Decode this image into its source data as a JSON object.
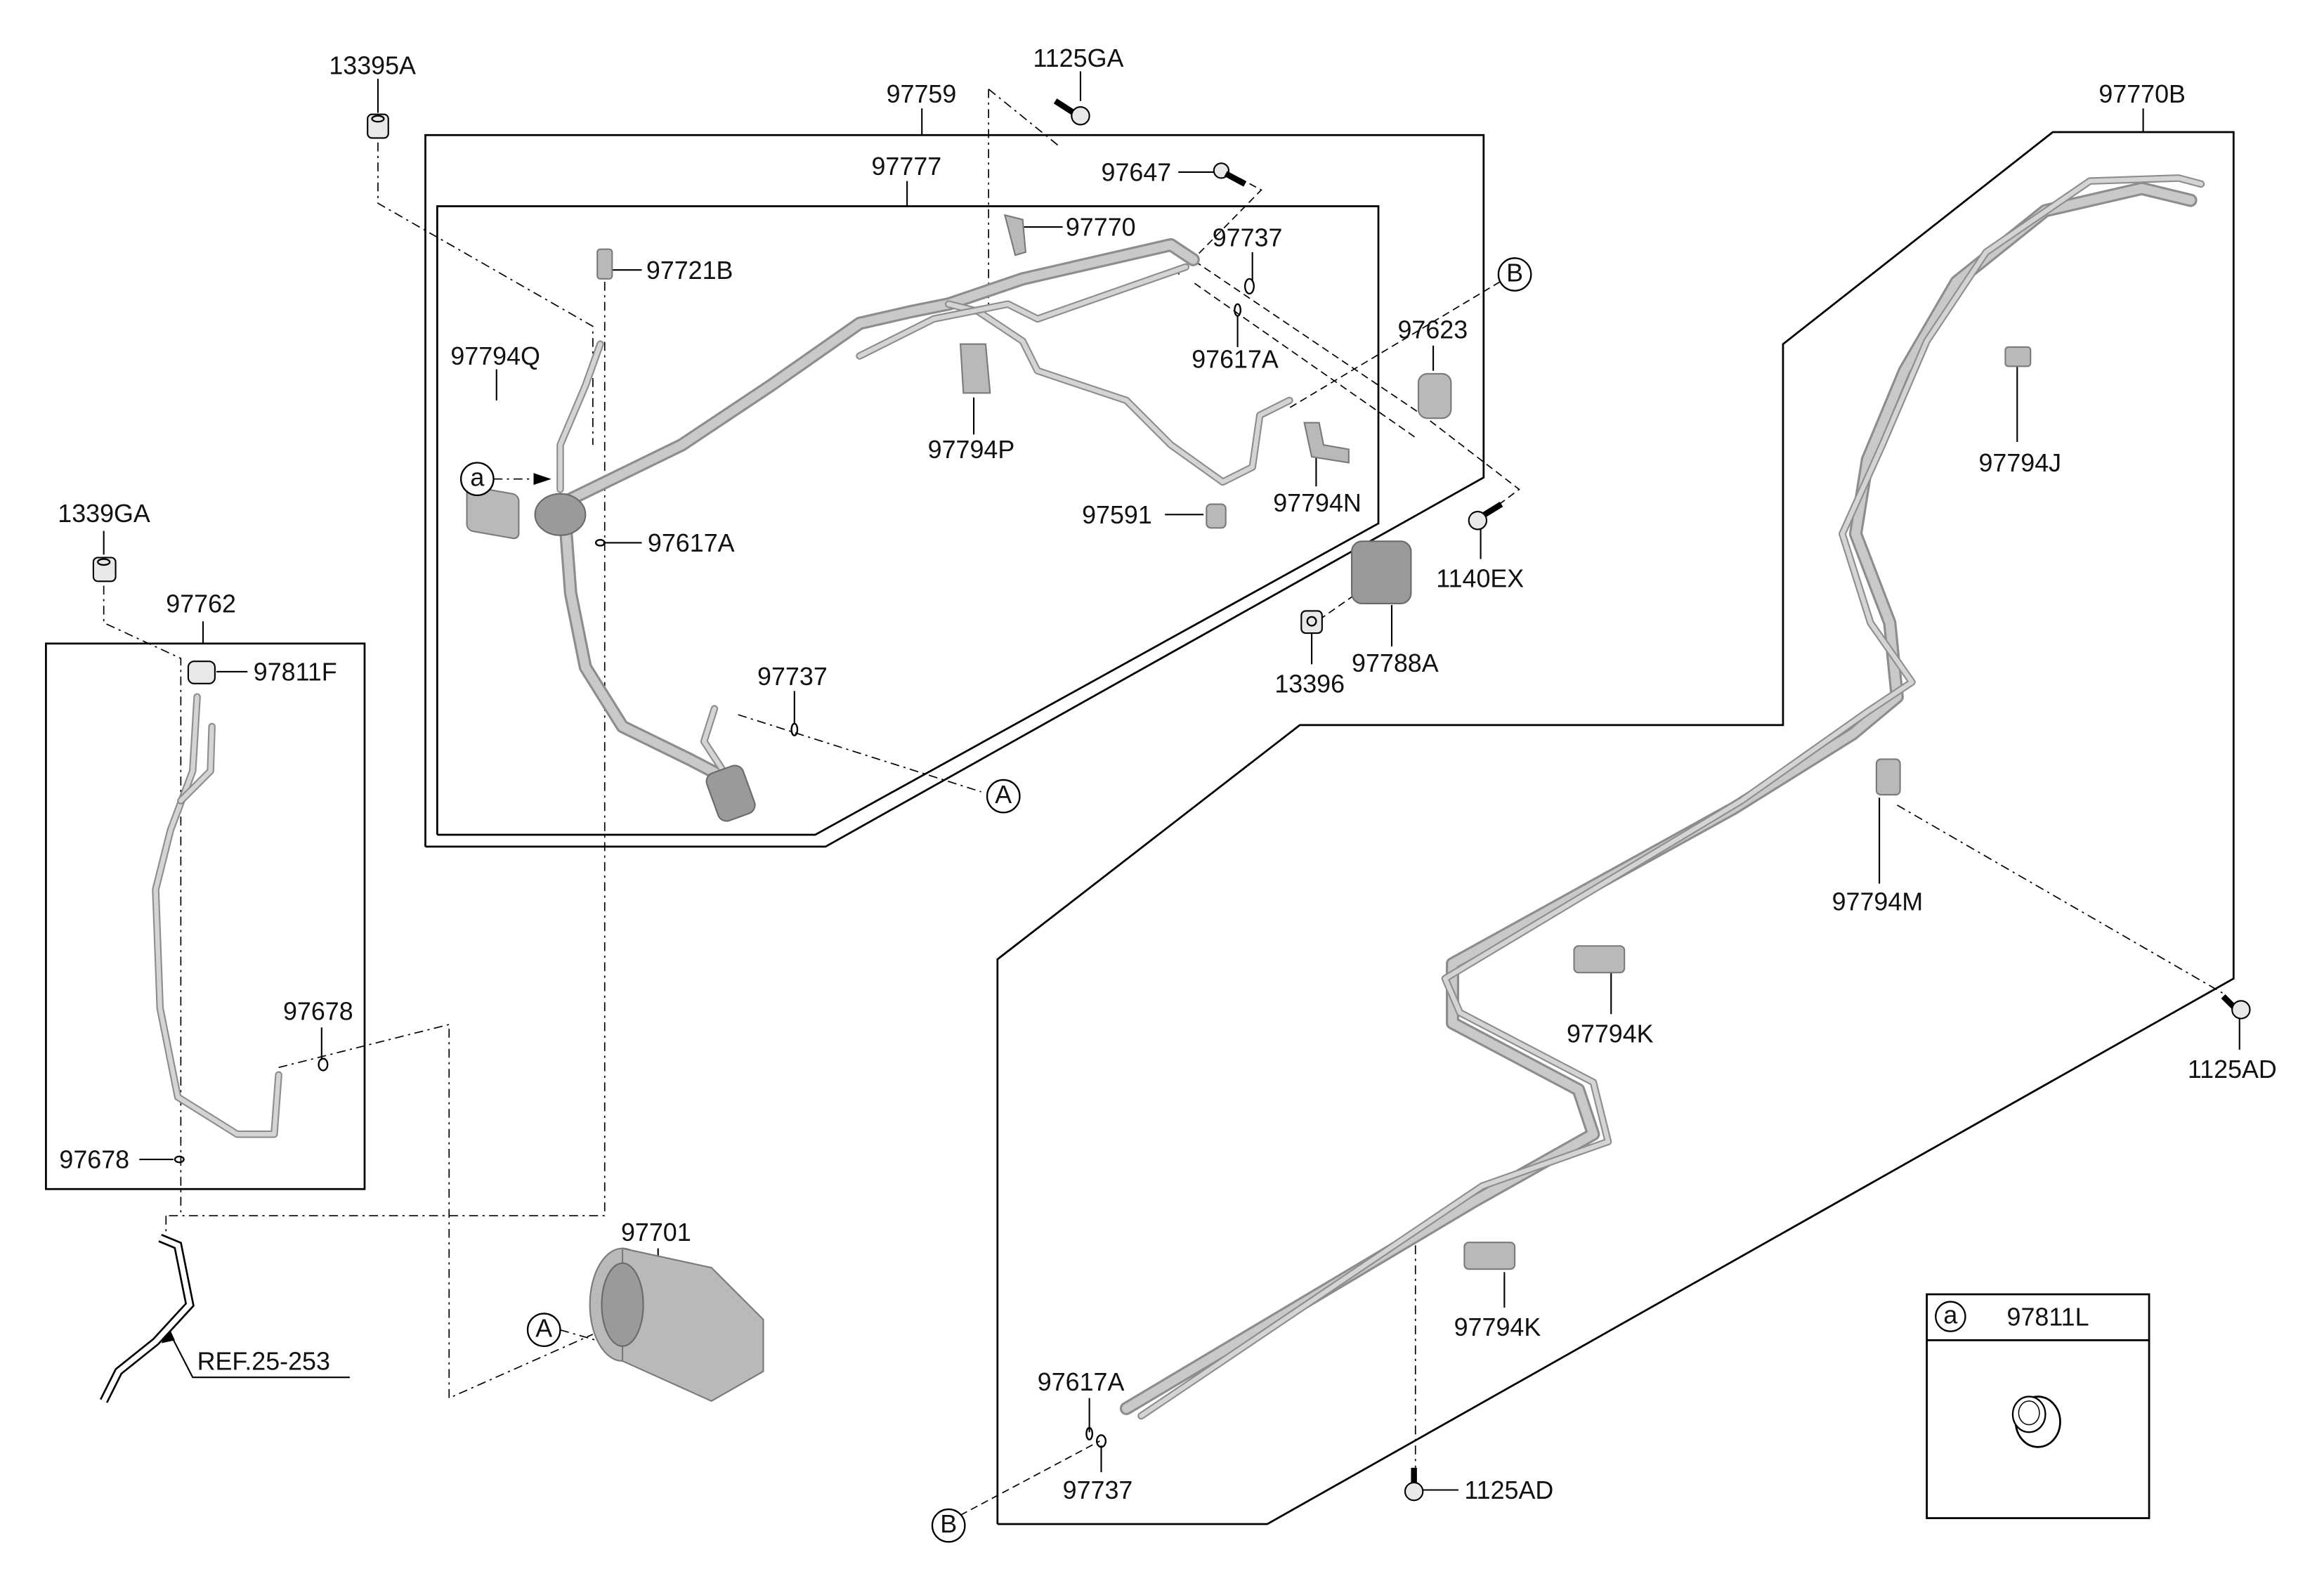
{
  "diagram": {
    "subject": "Air conditioner refrigerant lines and compressor - exploded parts diagram",
    "background": "#ffffff",
    "line_color": "#000000",
    "part_fill": "#b9b9b9"
  },
  "labels": {
    "p13395A": "13395A",
    "p1125GA": "1125GA",
    "p97759": "97759",
    "p97777": "97777",
    "p97647": "97647",
    "p97770": "97770",
    "p97737_top": "97737",
    "p97721B": "97721B",
    "p97794Q": "97794Q",
    "p97617A_top": "97617A",
    "p97623": "97623",
    "p97794P": "97794P",
    "p97794N": "97794N",
    "p97591": "97591",
    "p97617A_mid": "97617A",
    "p1140EX": "1140EX",
    "p97737_mid": "97737",
    "p13396": "13396",
    "p97788A": "97788A",
    "p97770B": "97770B",
    "p97794J": "97794J",
    "p97794M": "97794M",
    "p1125AD_right": "1125AD",
    "p97794K_upper": "97794K",
    "p97794K_lower": "97794K",
    "p97617A_bottom": "97617A",
    "p97737_bottom": "97737",
    "p1125AD_bottom": "1125AD",
    "p1339GA": "1339GA",
    "p97762": "97762",
    "p97811F": "97811F",
    "p97678_right": "97678",
    "p97678_left": "97678",
    "p97701": "97701",
    "ref": "REF.25-253"
  },
  "callouts": {
    "a": "a",
    "A": "A",
    "B": "B"
  },
  "legend": {
    "marker": "a",
    "part_number": "97811L"
  }
}
